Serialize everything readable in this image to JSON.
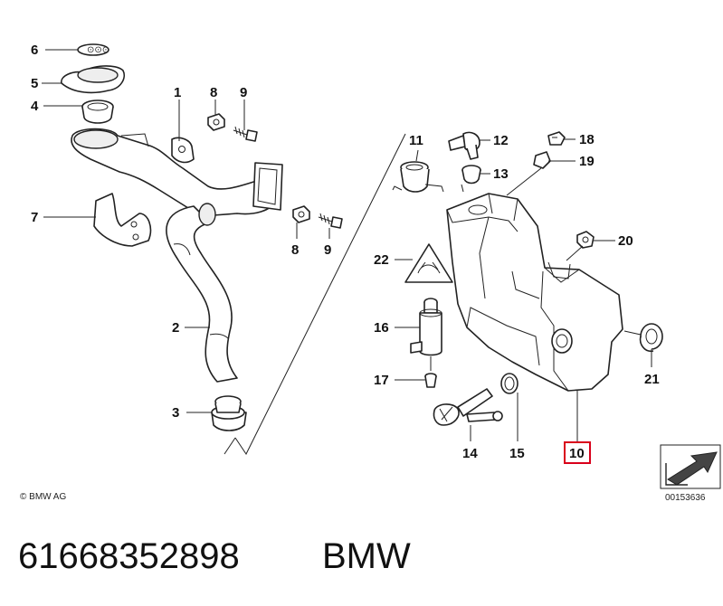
{
  "callouts": {
    "c1": "1",
    "c2": "2",
    "c3": "3",
    "c4": "4",
    "c5": "5",
    "c6": "6",
    "c7": "7",
    "c8a": "8",
    "c8b": "8",
    "c9a": "9",
    "c9b": "9",
    "c10": "10",
    "c11": "11",
    "c12": "12",
    "c13": "13",
    "c14": "14",
    "c15": "15",
    "c16": "16",
    "c17": "17",
    "c18": "18",
    "c19": "19",
    "c20": "20",
    "c21": "21",
    "c22": "22"
  },
  "highlighted_callout": "10",
  "highlight_color": "#d9001b",
  "copyright": "© BMW AG",
  "diagram_number": "00153636",
  "part_number": "61668352898",
  "brand": "BMW"
}
